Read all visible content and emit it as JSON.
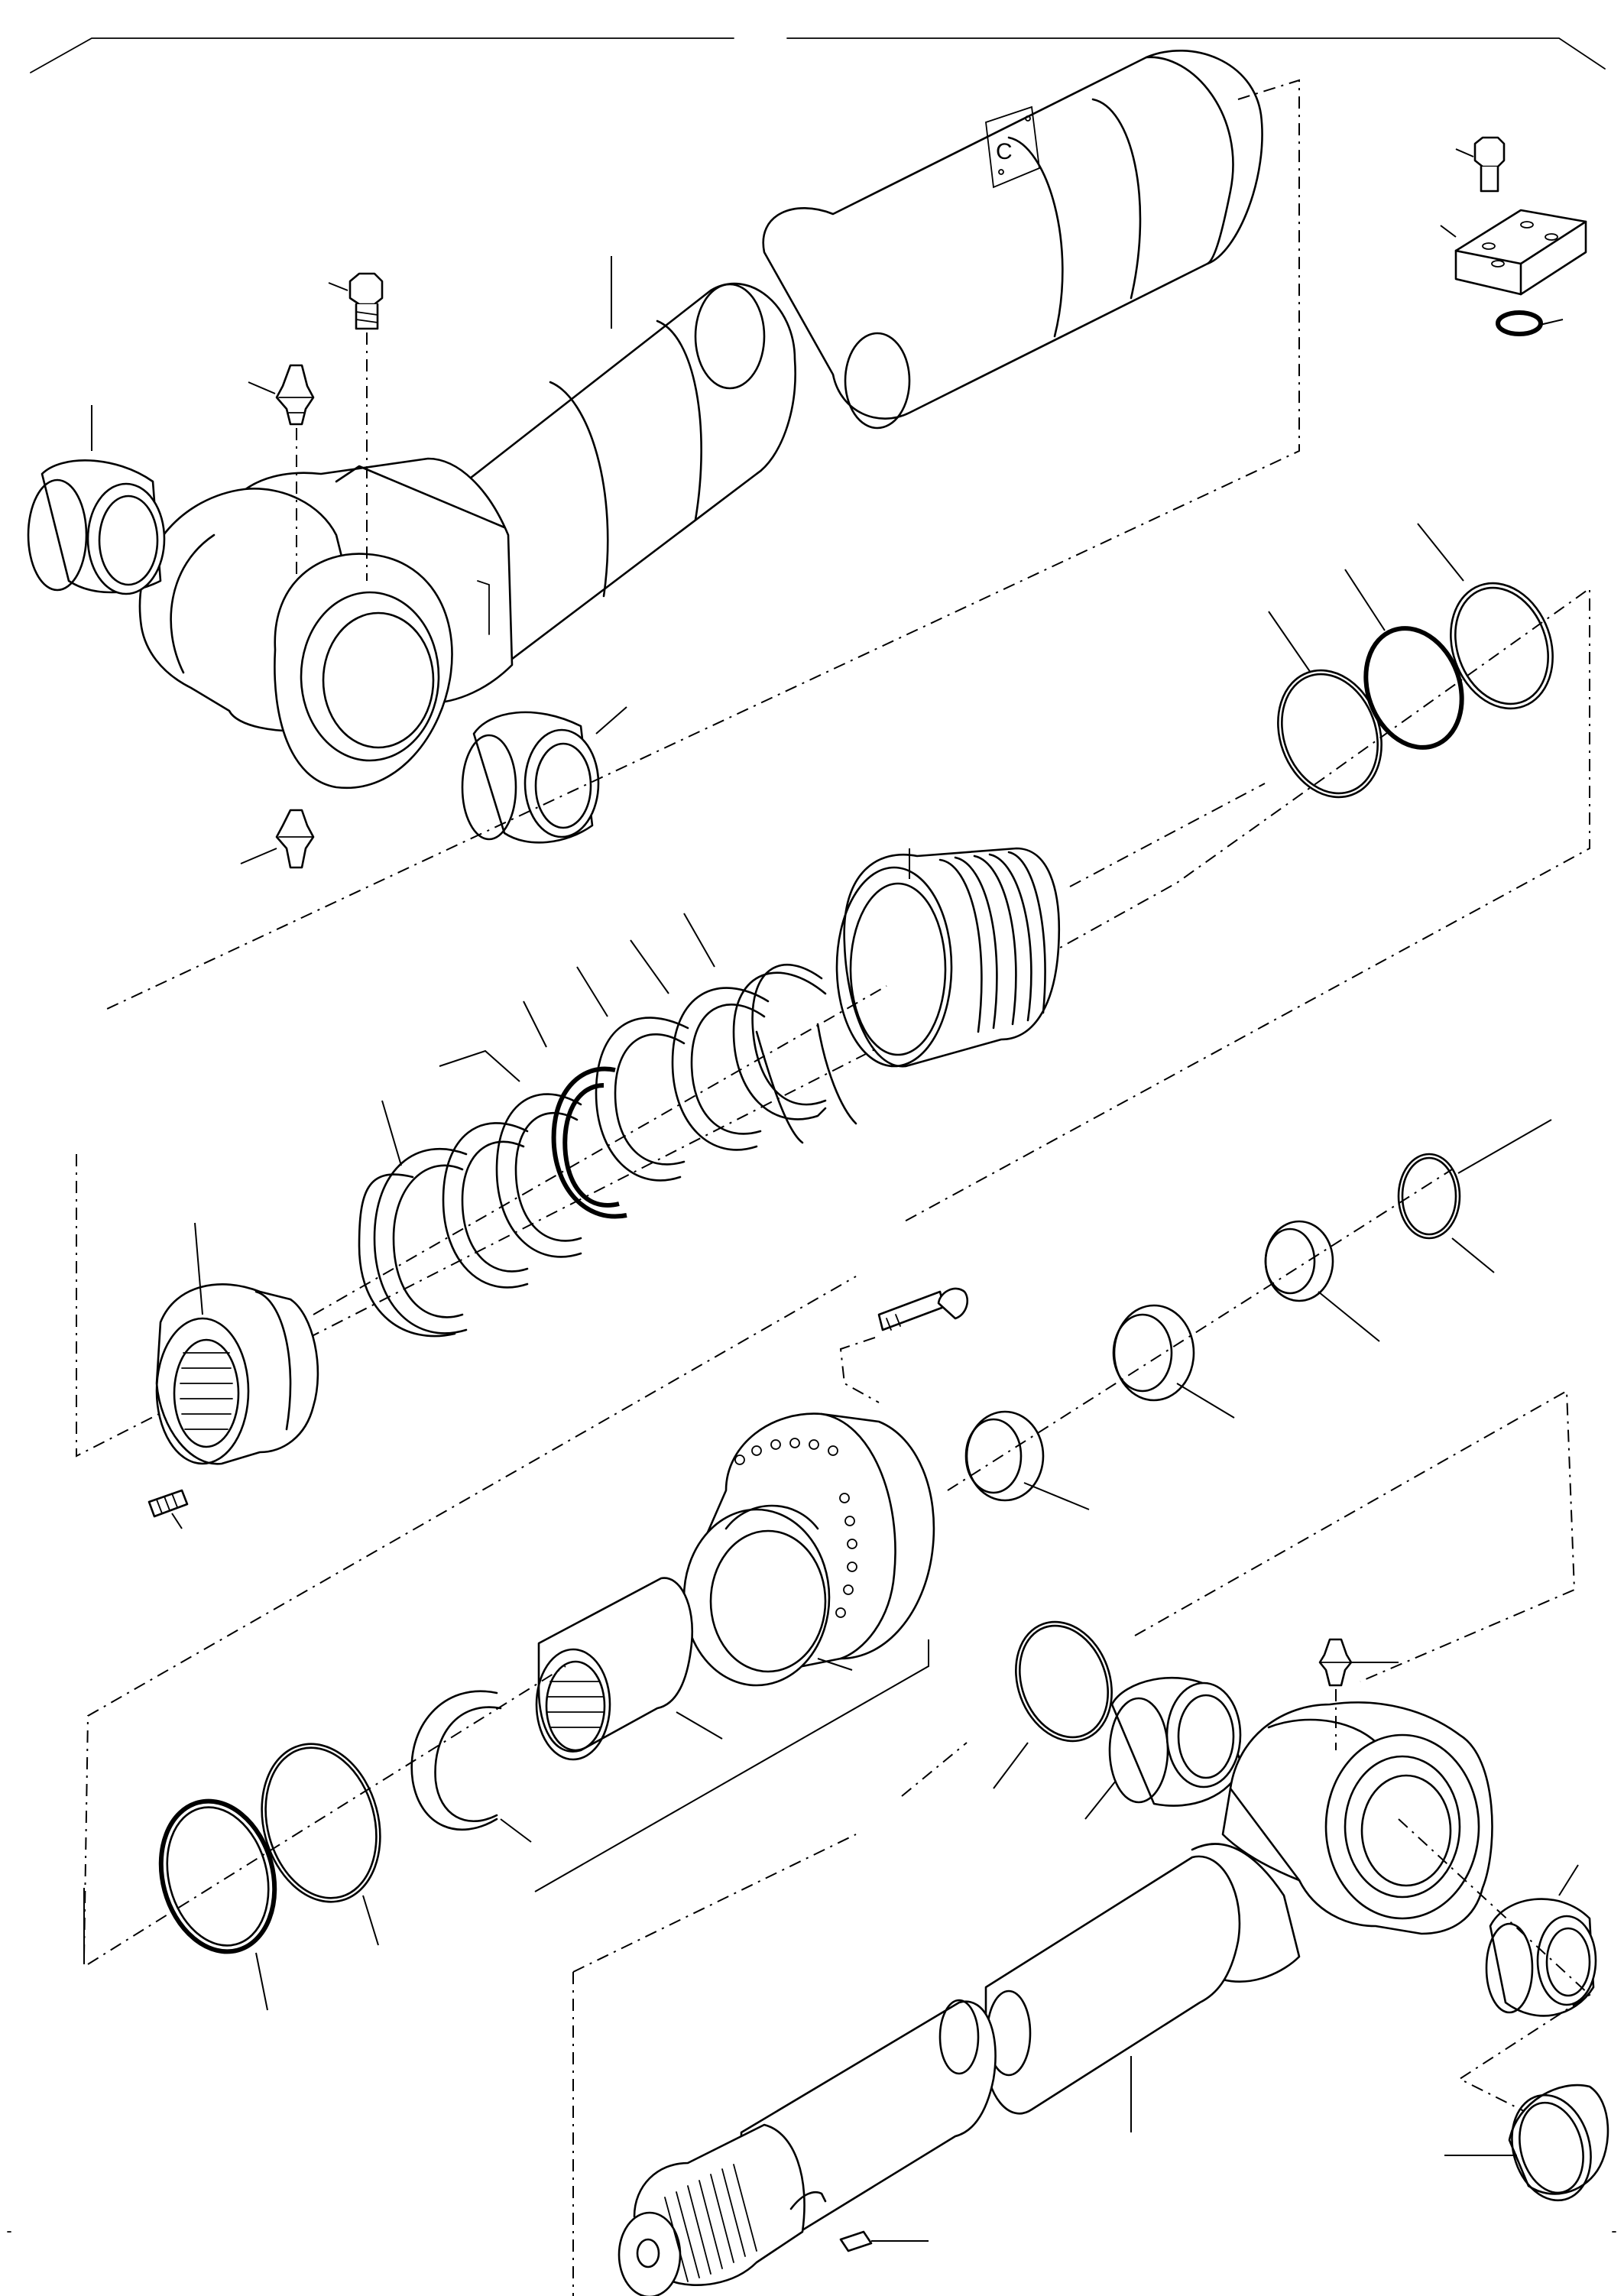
{
  "stamp": {
    "letter": "C"
  },
  "parts": [
    {
      "name": "cylinder-barrel"
    },
    {
      "name": "barrel-bushing-left"
    },
    {
      "name": "barrel-bushing-right"
    },
    {
      "name": "grease-nipple-top"
    },
    {
      "name": "grease-nipple-bottom"
    },
    {
      "name": "hex-bolt-top"
    },
    {
      "name": "valve-block-bolt"
    },
    {
      "name": "valve-block"
    },
    {
      "name": "valve-block-o-ring"
    },
    {
      "name": "cylinder-head-nut"
    },
    {
      "name": "set-screw"
    },
    {
      "name": "piston"
    },
    {
      "name": "piston-seal-rings"
    },
    {
      "name": "head-rings"
    },
    {
      "name": "cylinder-head"
    },
    {
      "name": "piston-rod"
    },
    {
      "name": "rod-end-bushing"
    },
    {
      "name": "rod-wiper"
    },
    {
      "name": "key"
    }
  ]
}
